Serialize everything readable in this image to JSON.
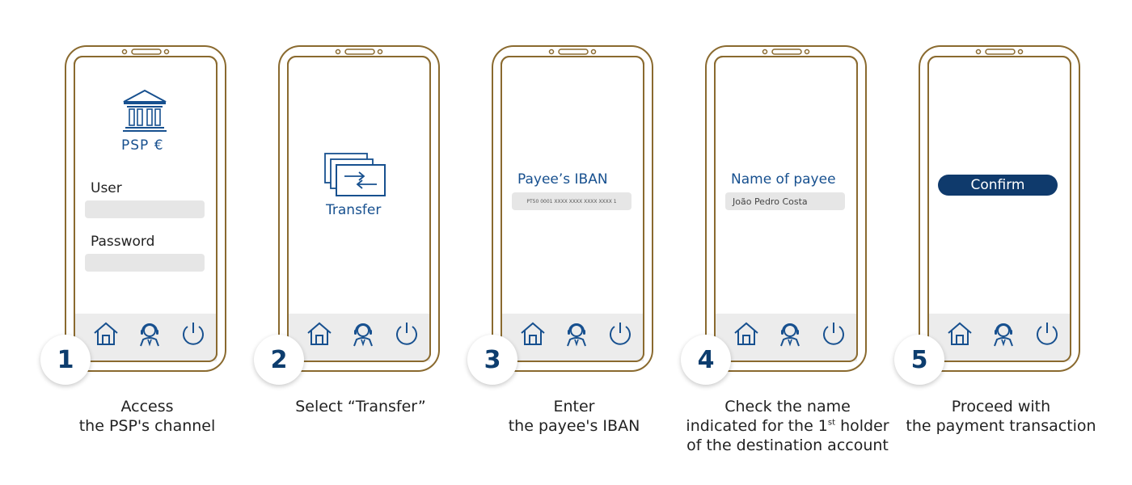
{
  "steps": [
    {
      "number": "1",
      "caption": [
        "Access",
        "the PSP's channel"
      ],
      "screen": {
        "bank_name": "PSP €",
        "user_label": "User",
        "password_label": "Password"
      }
    },
    {
      "number": "2",
      "caption": [
        "Select “Transfer”"
      ],
      "screen": {
        "transfer_label": "Transfer"
      }
    },
    {
      "number": "3",
      "caption": [
        "Enter",
        "the payee's IBAN"
      ],
      "screen": {
        "iban_title": "Payee’s IBAN",
        "iban_value": "PT50 0001 XXXX XXXX XXXX XXXX 1"
      }
    },
    {
      "number": "4",
      "caption": {
        "line1": "Check the name",
        "line2_pre": "indicated for the 1",
        "line2_sup": "st",
        "line2_post": " holder",
        "line3": "of the destination account"
      },
      "screen": {
        "payee_title": "Name of payee",
        "payee_value": "João Pedro Costa"
      }
    },
    {
      "number": "5",
      "caption": [
        "Proceed with",
        "the payment transaction"
      ],
      "screen": {
        "confirm_label": "Confirm"
      }
    }
  ],
  "nav_icons": [
    "home-icon",
    "support-agent-icon",
    "power-icon"
  ],
  "colors": {
    "phone_outline": "#8a6a2f",
    "accent_blue": "#17508f",
    "button_blue": "#0f3a6c",
    "nav_bar": "#ececec",
    "field": "#e6e6e6"
  }
}
